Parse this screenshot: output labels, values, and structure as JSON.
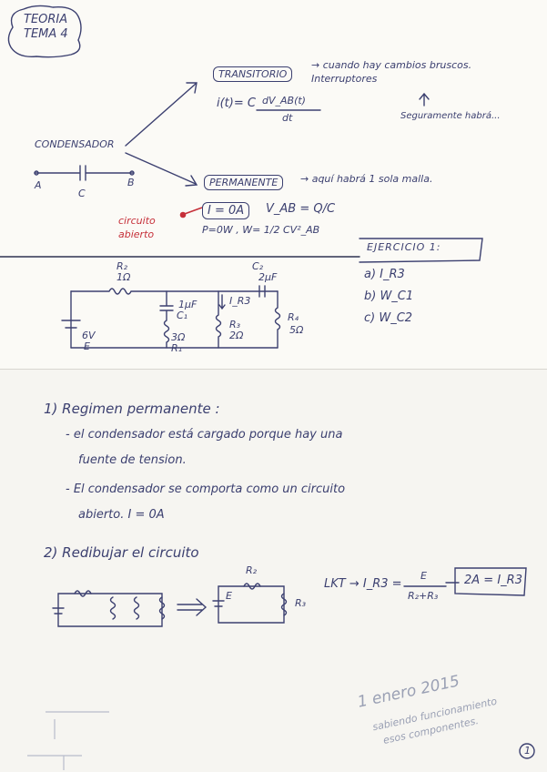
{
  "page": {
    "tag": "TEORIA TEMA 4",
    "condensador": {
      "label": "CONDENSADOR",
      "node_a": "A",
      "node_b": "B",
      "cap": "C"
    },
    "transitorio": {
      "label": "TRANSITORIO",
      "note": "→ cuando hay cambios bruscos. Interruptores",
      "formula_left": "i(t)= C",
      "formula_num": "dV_AB(t)",
      "formula_den": "dt",
      "next": "Seguramente habrá..."
    },
    "permanente": {
      "label": "PERMANENTE",
      "note": "→ aquí habrá 1 sola malla.",
      "current": "I = 0A",
      "vab": "V_AB = Q/C",
      "power": "P=0W , W= 1/2 CV²_AB",
      "open": [
        "circuito",
        "abierto"
      ]
    },
    "ejercicio": {
      "title": "EJERCICIO 1:",
      "items": [
        "a) I_R3",
        "b) W_C1",
        "c) W_C2"
      ],
      "circuit": {
        "r2": [
          "R₂",
          "1Ω"
        ],
        "c2": [
          "C₂",
          "2μF"
        ],
        "c1": [
          "1μF",
          "C₁"
        ],
        "r1": [
          "3Ω",
          "R₁"
        ],
        "r3": [
          "R₃",
          "2Ω"
        ],
        "r4": [
          "R₄",
          "5Ω"
        ],
        "source": [
          "6V",
          "E"
        ],
        "current": "I_R3"
      }
    },
    "steps": {
      "s1_title": "1) Regimen permanente :",
      "s1_line1": "- el condensador está cargado porque hay una",
      "s1_line2": "fuente de tension.",
      "s1_line3": "- El condensador se comporta como un circuito",
      "s1_line4": "abierto. I = 0A",
      "s2_title": "2) Redibujar el circuito",
      "r2": "R₂",
      "e": "E",
      "r3": "R₃",
      "lkt": "LKT → I_R3 =",
      "frac_num": "E",
      "frac_den": "R₂+R₃",
      "result": "2A = I_R3"
    },
    "faint_notes": [
      "1 enero 2015",
      "sabiendo funcionamiento",
      "esos componentes."
    ],
    "page_number": "1"
  }
}
